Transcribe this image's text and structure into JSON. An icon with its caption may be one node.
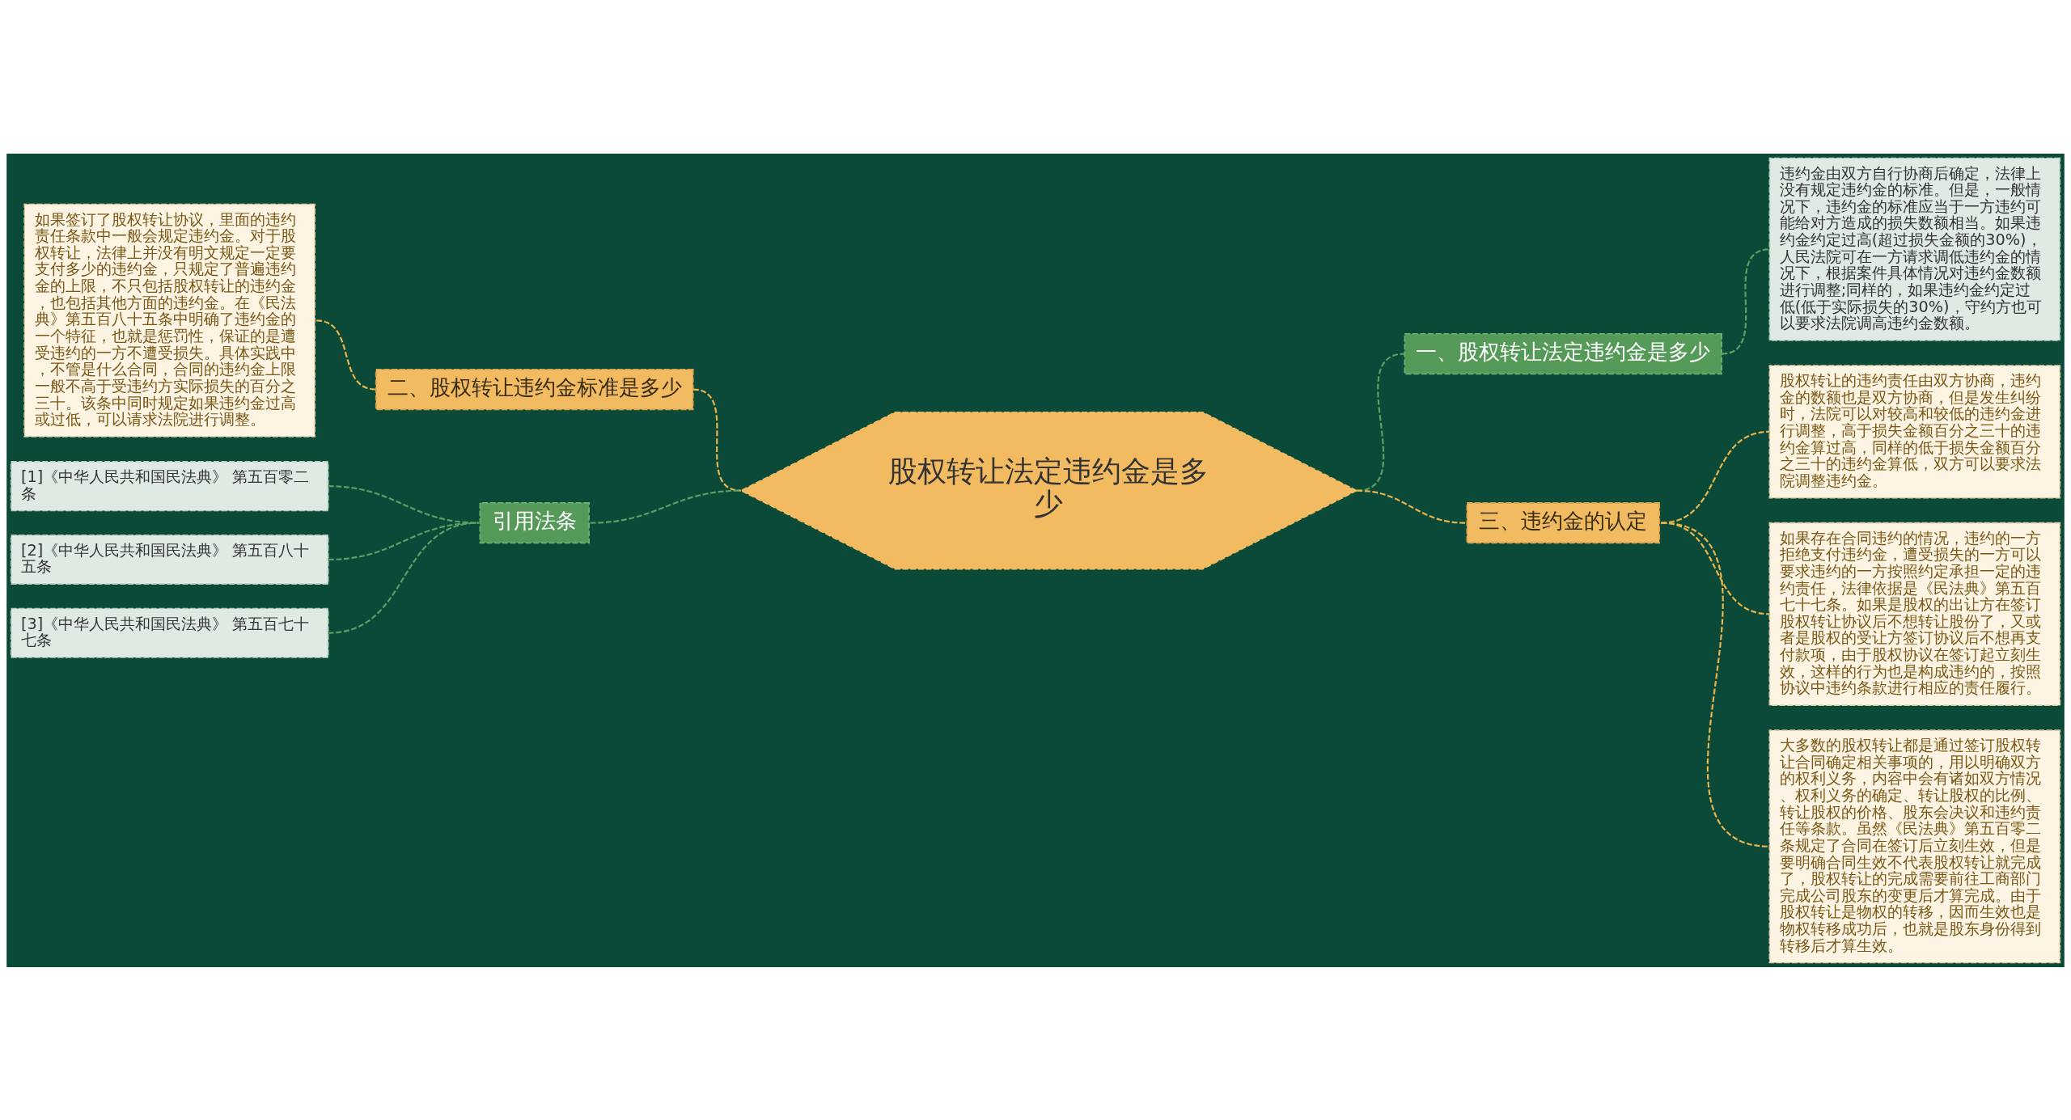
{
  "diagram": {
    "nodes": [
      {
        "text": [
          "股权转让法定违约金是多少"
        ]
      },
      {
        "text": [
          "一、股权转让法定违约金是多少"
        ]
      },
      {
        "text": [
          "违约金由双方自行协商后确定，法律上没有规定违约金的标准。但是，一般情况下，违约金的标准应当于一方违约可能给对方造成的损失数额相当。如果违约金约定过高(超过损失金额的30%)，人民法院可在一方请求调低违约金的情况下，根据案件具体情况对违约金数额进行调整;同样的，如果违约金约定过低(低于实际损失的30%)，守约方也可以要求法院调高违约金数额。"
        ]
      },
      {
        "text": [
          "二、股权转让违约金标准是多少"
        ]
      },
      {
        "text": [
          "如果签订了股权转让协议，里面的违约责任条款中一般会规定违约金。对于股权转让，法律上并没有明文规定一定要支付多少的违约金，只规定了普遍违约金的上限，不只包括股权转让的违约金，也包括其他方面的违约金。在《民法典》第五百八十五条中明确了违约金的一个特征，也就是惩罚性，保证的是遭受违约的一方不遭受损失。具体实践中，不管是什么合同，合同的违约金上限一般不高于受违约方实际损失的百分之三十。该条中同时规定如果违约金过高或过低，可以请求法院进行调整。"
        ]
      },
      {
        "text": [
          "三、违约金的认定"
        ]
      },
      {
        "text": [
          "股权转让的违约责任由双方协商，违约金的数额也是双方协商，但是发生纠纷时，法院可以对较高和较低的违约金进行调整，高于损失金额百分之三十的违约金算过高，同样的低于损失金额百分之三十的违约金算低，双方可以要求法院调整违约金。"
        ]
      },
      {
        "text": [
          "如果存在合同违约的情况，违约的一方拒绝支付违约金，遭受损失的一方可以要求违约的一方按照约定承担一定的违约责任，法律依据是《民法典》第五百七十七条。如果是股权的出让方在签订股权转让协议后不想转让股份了，又或者是股权的受让方签订协议后不想再支付款项，由于股权协议在签订起立刻生效，这样的行为也是构成违约的，按照协议中违约条款进行相应的责任履行。"
        ]
      },
      {
        "text": [
          "大多数的股权转让都是通过签订股权转让合同确定相关事项的，用以明确双方的权利义务，内容中会有诸如双方情况、权利义务的确定、转让股权的比例、转让股权的价格、股东会决议和违约责任等条款。虽然《民法典》第五百零二条规定了合同在签订后立刻生效，但是要明确合同生效不代表股权转让就完成了，股权转让的完成需要前往工商部门完成公司股东的变更后才算完成。由于股权转让是物权的转移，因而生效也是物权转移成功后，也就是股东身份得到转移后才算生效。"
        ]
      },
      {
        "text": [
          "引用法条"
        ]
      },
      {
        "text": [
          "[1]《中华人民共和国民法典》 第五百零二条"
        ]
      },
      {
        "text": [
          "[2]《中华人民共和国民法典》 第五百八十五条"
        ]
      },
      {
        "text": [
          "[3]《中华人民共和国民法典》 第五百七十七条"
        ]
      }
    ],
    "edges": [
      {
        "from": 0,
        "to": 1,
        "arrow": "none",
        "style": "dashed",
        "color": "#5e9e62"
      },
      {
        "from": 1,
        "to": 2,
        "arrow": "none",
        "style": "dashed",
        "color": "#5e9e62"
      },
      {
        "from": 3,
        "to": 0,
        "arrow": "none",
        "style": "dashed",
        "color": "#e9b44c"
      },
      {
        "from": 4,
        "to": 3,
        "arrow": "none",
        "style": "dashed",
        "color": "#e9b44c"
      },
      {
        "from": 0,
        "to": 5,
        "arrow": "none",
        "style": "dashed",
        "color": "#e9b44c"
      },
      {
        "from": 5,
        "to": 6,
        "arrow": "none",
        "style": "dashed",
        "color": "#e9b44c"
      },
      {
        "from": 5,
        "to": 7,
        "arrow": "none",
        "style": "dashed",
        "color": "#e9b44c"
      },
      {
        "from": 5,
        "to": 8,
        "arrow": "none",
        "style": "dashed",
        "color": "#e9b44c"
      },
      {
        "from": 9,
        "to": 0,
        "arrow": "none",
        "style": "dashed",
        "color": "#5e9e62"
      },
      {
        "from": 10,
        "to": 9,
        "arrow": "none",
        "style": "dashed",
        "color": "#5e9e62"
      },
      {
        "from": 11,
        "to": 9,
        "arrow": "none",
        "style": "dashed",
        "color": "#5e9e62"
      },
      {
        "from": 12,
        "to": 9,
        "arrow": "none",
        "style": "dashed",
        "color": "#5e9e62"
      }
    ]
  }
}
